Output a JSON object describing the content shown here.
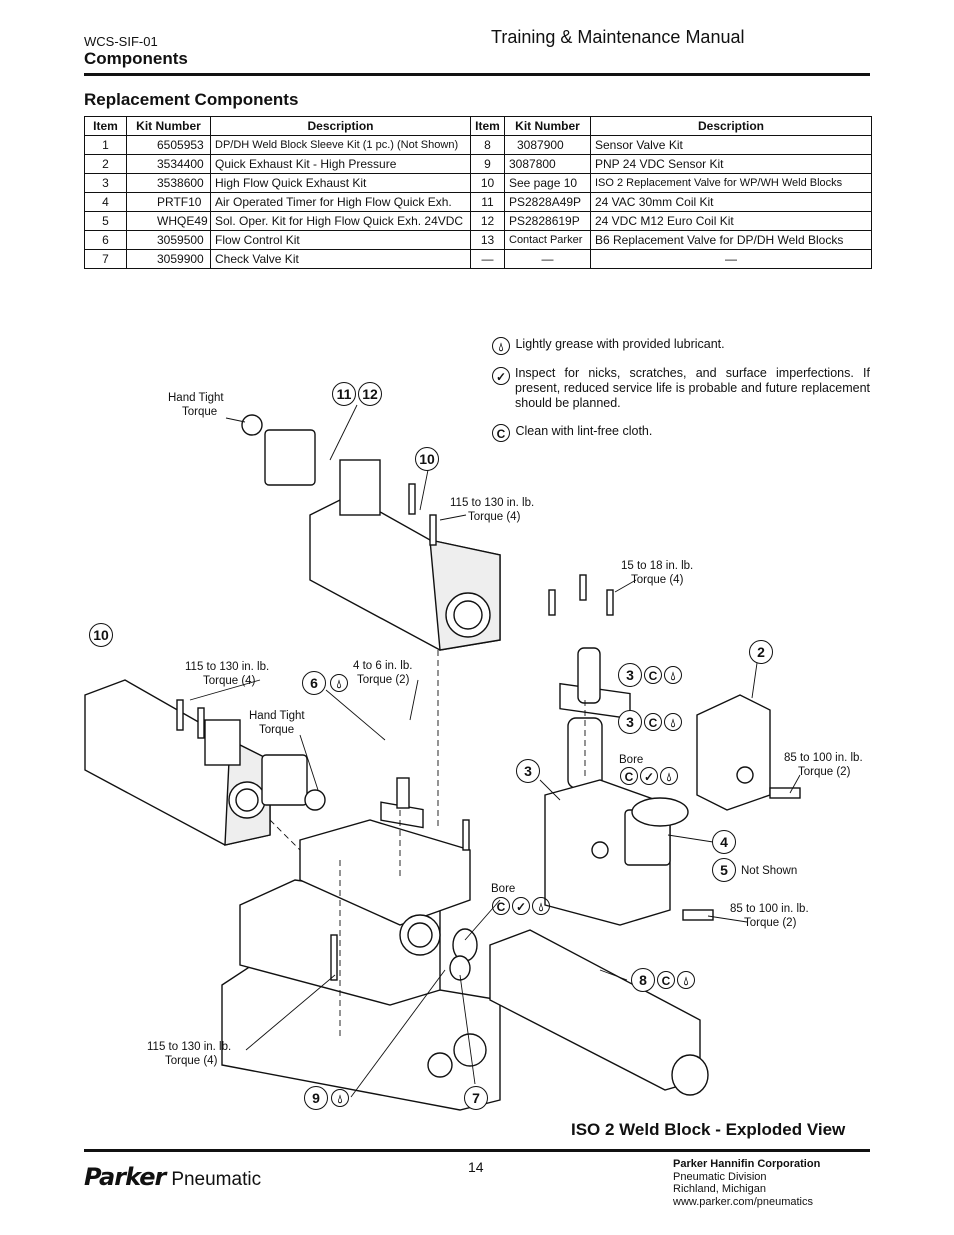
{
  "header": {
    "doc_id": "WCS-SIF-01",
    "manual_title": "Training & Maintenance Manual",
    "section": "Components"
  },
  "subheading": "Replacement Components",
  "table": {
    "headers": [
      "Item",
      "Kit Number",
      "Description",
      "Item",
      "Kit Number",
      "Description"
    ],
    "rows": [
      [
        "1",
        "6505953",
        "DP/DH Weld Block Sleeve Kit (1 pc.) (Not Shown)",
        "8",
        "3087900",
        "Sensor Valve Kit"
      ],
      [
        "2",
        "3534400",
        "Quick Exhaust Kit - High Pressure",
        "9",
        "3087800",
        "PNP 24 VDC Sensor Kit"
      ],
      [
        "3",
        "3538600",
        "High Flow Quick Exhaust Kit",
        "10",
        "See page 10",
        "ISO 2 Replacement Valve for WP/WH Weld Blocks"
      ],
      [
        "4",
        "PRTF10",
        "Air Operated Timer for High Flow Quick Exh.",
        "11",
        "PS2828A49P",
        "24 VAC 30mm Coil Kit"
      ],
      [
        "5",
        "WHQE49",
        "Sol. Oper. Kit for High Flow Quick Exh. 24VDC",
        "12",
        "PS2828619P",
        "24 VDC M12 Euro Coil Kit"
      ],
      [
        "6",
        "3059500",
        "Flow Control Kit",
        "13",
        "Contact Parker",
        "B6 Replacement Valve for DP/DH Weld Blocks"
      ],
      [
        "7",
        "3059900",
        "Check Valve Kit",
        "—",
        "—",
        "—"
      ]
    ]
  },
  "legend": {
    "grease": "Lightly grease with provided lubricant.",
    "inspect": "Inspect for nicks, scratches, and surface imperfections. If present, reduced service life is probable and future replacement should be planned.",
    "clean": "Clean with lint-free cloth."
  },
  "diagram": {
    "labels": {
      "hand_tight_1": "Hand Tight",
      "torque_1": "Torque",
      "t115_1": "115 to 130 in. lb.",
      "t115_1b": "Torque (4)",
      "t15": "15 to 18 in. lb.",
      "t15b": "Torque (4)",
      "t115_2": "115 to 130 in. lb.",
      "t115_2b": "Torque (4)",
      "t4": "4 to 6 in. lb.",
      "t4b": "Torque (2)",
      "hand_tight_2": "Hand Tight",
      "torque_2": "Torque",
      "bore_1": "Bore",
      "t85_1": "85 to 100 in. lb.",
      "t85_1b": "Torque (2)",
      "not_shown": "Not Shown",
      "bore_2": "Bore",
      "t85_2": "85 to 100 in. lb.",
      "t85_2b": "Torque (2)",
      "t115_3": "115 to 130 in. lb.",
      "t115_3b": "Torque (4)"
    },
    "callouts": {
      "c11": "11",
      "c12": "12",
      "c10a": "10",
      "c10b": "10",
      "c2": "2",
      "c6": "6",
      "c3a": "3",
      "c3b": "3",
      "c3c": "3",
      "c4": "4",
      "c5": "5",
      "c8": "8",
      "c9": "9",
      "c7": "7"
    },
    "caption": "ISO 2 Weld Block - Exploded View"
  },
  "footer": {
    "page": "14",
    "logo_text": "Parker",
    "logo_sub": "Pneumatic",
    "corp_name": "Parker Hannifin Corporation",
    "division": "Pneumatic Division",
    "city": "Richland, Michigan",
    "url": "www.parker.com/pneumatics"
  }
}
